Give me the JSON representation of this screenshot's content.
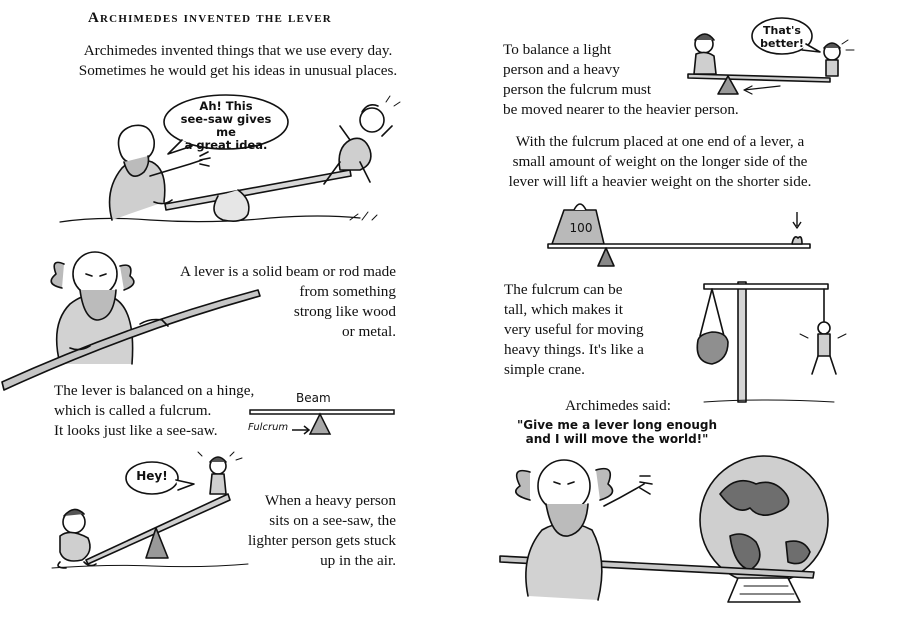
{
  "left_page": {
    "title": "Archimedes invented the lever",
    "intro": "Archimedes invented things that we use every day.\nSometimes he would get his ideas in unusual places.",
    "speech_seesaw": "Ah! This\nsee-saw gives me\na great idea.",
    "lever_definition": "A lever is a solid beam or rod made\nfrom something\nstrong like wood\nor metal.",
    "fulcrum_text": "The lever is balanced on a hinge,\nwhich is called a fulcrum.\nIt looks just like a see-saw.",
    "diagram_beam_label": "Beam",
    "diagram_fulcrum_label": "Fulcrum",
    "speech_hey": "Hey!",
    "heavy_person_text": "When a heavy person\nsits on a see-saw, the\nlighter person gets stuck\nup in the air."
  },
  "right_page": {
    "balance_text": "To balance a light\nperson and a heavy\nperson the fulcrum must\nbe moved nearer to the heavier person.",
    "speech_better": "That's\nbetter!",
    "fulcrum_end_text": "With the fulcrum placed at one end of a lever, a\nsmall amount of weight on the longer side of the\nlever will lift a heavier weight on the shorter side.",
    "weight_label": "100",
    "crane_text": "The fulcrum can be\ntall, which makes it\nvery useful for moving\nheavy things. It's like a\nsimple crane.",
    "said_label": "Archimedes said:",
    "quote": "\"Give me a lever long enough\nand I will move the world!\""
  },
  "colors": {
    "ink": "#111111",
    "shade": "#9a9a9a",
    "paper": "#ffffff"
  },
  "illustrations": [
    "archimedes-on-seesaw",
    "archimedes-with-rod",
    "lever-diagram",
    "kids-seesaw",
    "kids-balanced-seesaw",
    "weight-lever-diagram",
    "crane-lever",
    "archimedes-moving-world"
  ]
}
